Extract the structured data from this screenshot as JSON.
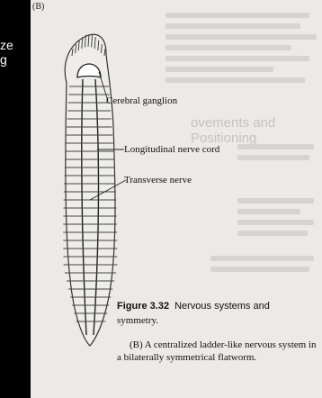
{
  "left_cut_text": [
    "ze",
    "g"
  ],
  "panel_letter": "(B)",
  "labels": {
    "cerebral": "Cerebral ganglion",
    "longitudinal": "Longitudinal nerve cord",
    "transverse": "Transverse nerve"
  },
  "faint_heading": "ovements and Positioning",
  "caption": {
    "figure_number": "Figure 3.32",
    "title": "Nervous systems and",
    "title_line2": "symmetry.",
    "body": "(B) A centralized ladder-like nervous system in a bilaterally symmetrical flatworm."
  }
}
